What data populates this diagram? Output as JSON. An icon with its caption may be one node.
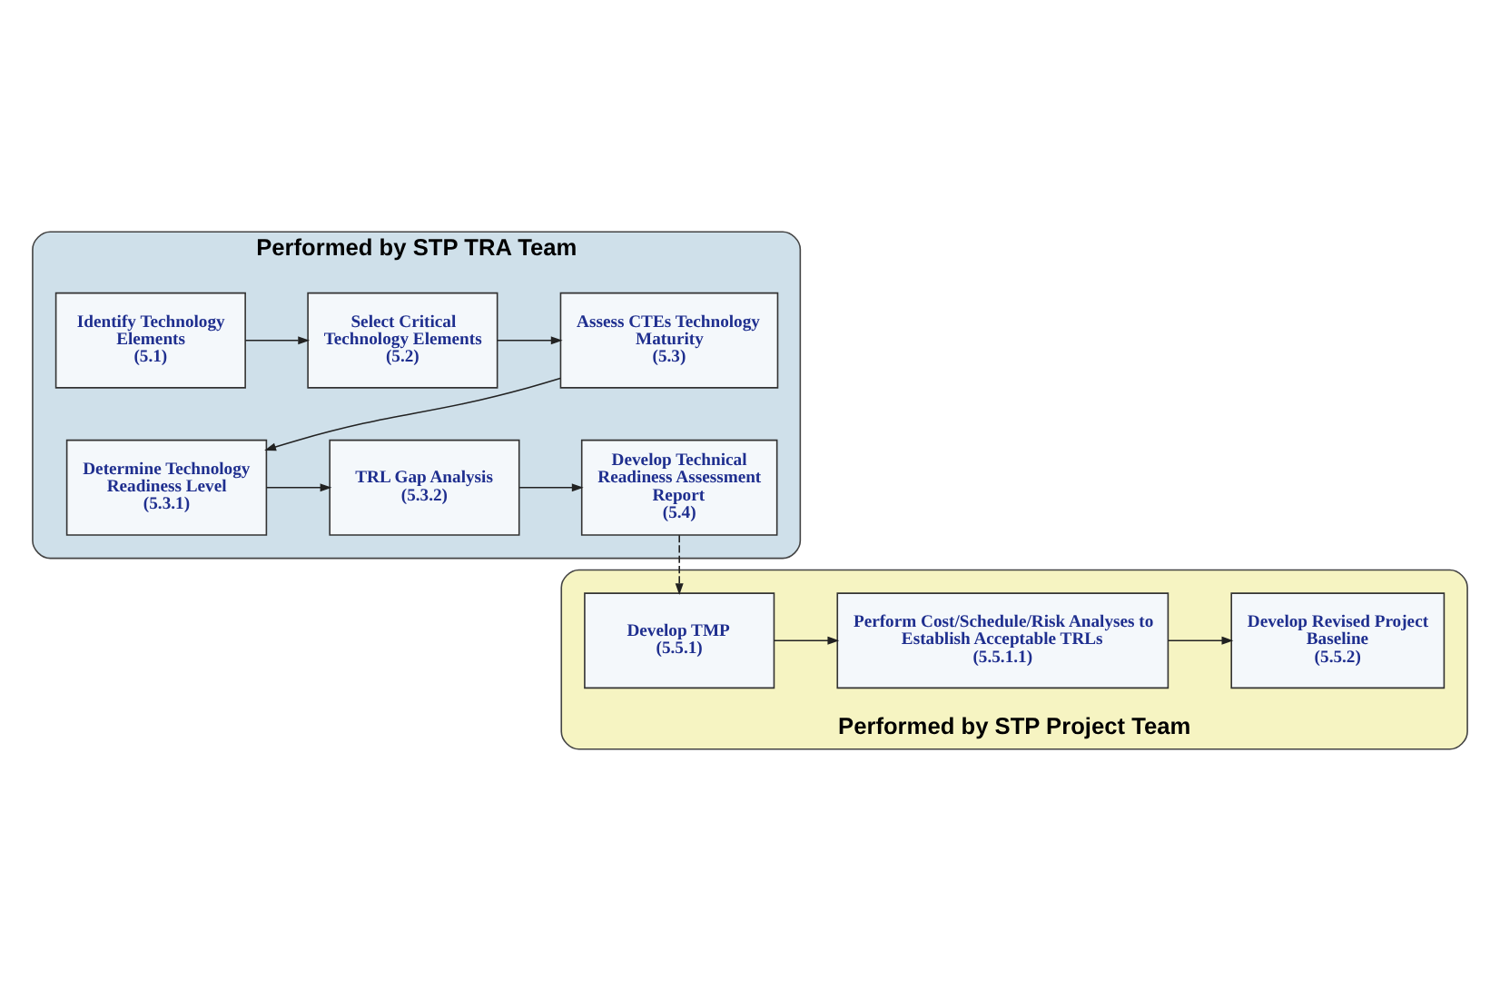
{
  "diagram": {
    "nodes": [
      {
        "text": [
          "Performed by STP TRA Team"
        ]
      },
      {
        "text": [
          "Identify Technology Elements",
          "(5.1)"
        ],
        "in": 0
      },
      {
        "text": [
          "Select Critical Technology Elements",
          "(5.2)"
        ],
        "in": 0
      },
      {
        "text": [
          "Assess CTEs Technology Maturity",
          "(5.3)"
        ],
        "in": 0
      },
      {
        "text": [
          "Determine Technology Readiness Level",
          "(5.3.1)"
        ],
        "in": 0
      },
      {
        "text": [
          "TRL Gap Analysis",
          "(5.3.2)"
        ],
        "in": 0
      },
      {
        "text": [
          "Develop Technical Readiness Assessment Report",
          "(5.4)"
        ],
        "in": 0
      },
      {
        "text": [
          "Performed by STP Project Team"
        ]
      },
      {
        "text": [
          "Develop TMP",
          "(5.5.1)"
        ],
        "in": 7
      },
      {
        "text": [
          "Perform Cost/Schedule/Risk Analyses to Establish Acceptable TRLs",
          "(5.5.1.1)"
        ],
        "in": 7
      },
      {
        "text": [
          "Develop Revised Project Baseline",
          "(5.5.2)"
        ],
        "in": 7
      }
    ],
    "edges": [
      {
        "from": 1,
        "to": 2,
        "arrow": "to"
      },
      {
        "from": 2,
        "to": 3,
        "arrow": "to"
      },
      {
        "from": 3,
        "to": 4,
        "arrow": "to"
      },
      {
        "from": 4,
        "to": 5,
        "arrow": "to"
      },
      {
        "from": 5,
        "to": 6,
        "arrow": "to"
      },
      {
        "from": 6,
        "to": 8,
        "arrow": "to",
        "style": "dashed"
      },
      {
        "from": 8,
        "to": 9,
        "arrow": "to"
      },
      {
        "from": 9,
        "to": 10,
        "arrow": "to"
      }
    ]
  }
}
